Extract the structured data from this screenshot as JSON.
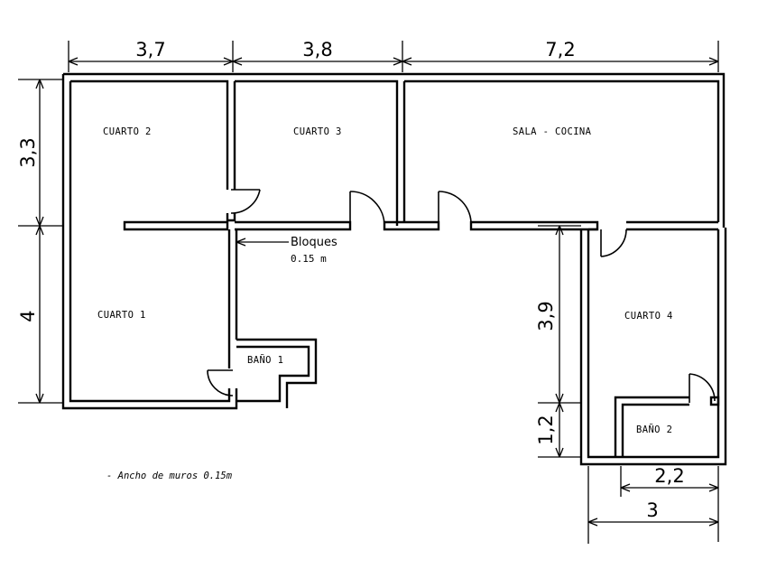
{
  "rooms": {
    "cuarto1": "CUARTO 1",
    "cuarto2": "CUARTO 2",
    "cuarto3": "CUARTO 3",
    "cuarto4": "CUARTO 4",
    "sala_cocina": "SALA - COCINA",
    "bano1": "BAÑO 1",
    "bano2": "BAÑO 2"
  },
  "dimensions": {
    "top_left": "3,7",
    "top_middle": "3,8",
    "top_right": "7,2",
    "left_upper": "3,3",
    "left_lower": "4",
    "right_inner_upper": "3,9",
    "right_inner_lower": "1,2",
    "bottom_inner": "2,2",
    "bottom_outer": "3"
  },
  "callout": {
    "line1": "Bloques",
    "line2": "0.15 m"
  },
  "note": "-   Ancho de muros 0.15m"
}
